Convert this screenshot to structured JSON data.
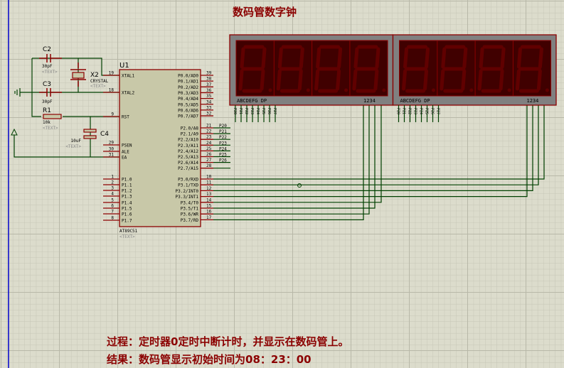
{
  "title": "数码管数字钟",
  "notes": {
    "process": "过程：定时器0定时中断计时，并显示在数码管上。",
    "result": "结果：数码管显示初始时间为08：23：00"
  },
  "chip": {
    "ref": "U1",
    "part": "AT89C51",
    "text_placeholder": "<TEXT>",
    "left_pins": [
      {
        "num": "19",
        "label": "XTAL1"
      },
      {
        "num": "18",
        "label": "XTAL2"
      },
      {
        "num": "9",
        "label": "RST"
      },
      {
        "num": "29",
        "label": "PSEN"
      },
      {
        "num": "30",
        "label": "ALE"
      },
      {
        "num": "31",
        "label": "EA"
      },
      {
        "num": "1",
        "label": "P1.0"
      },
      {
        "num": "2",
        "label": "P1.1"
      },
      {
        "num": "3",
        "label": "P1.2"
      },
      {
        "num": "4",
        "label": "P1.3"
      },
      {
        "num": "5",
        "label": "P1.4"
      },
      {
        "num": "6",
        "label": "P1.5"
      },
      {
        "num": "7",
        "label": "P1.6"
      },
      {
        "num": "8",
        "label": "P1.7"
      }
    ],
    "right_pins": [
      {
        "num": "39",
        "label": "P0.0/AD0"
      },
      {
        "num": "38",
        "label": "P0.1/AD1"
      },
      {
        "num": "37",
        "label": "P0.2/AD2"
      },
      {
        "num": "36",
        "label": "P0.3/AD3"
      },
      {
        "num": "35",
        "label": "P0.4/AD4"
      },
      {
        "num": "34",
        "label": "P0.5/AD5"
      },
      {
        "num": "33",
        "label": "P0.6/AD6"
      },
      {
        "num": "32",
        "label": "P0.7/AD7"
      },
      {
        "num": "21",
        "label": "P2.0/A8",
        "net": "P20"
      },
      {
        "num": "22",
        "label": "P2.1/A9",
        "net": "P21"
      },
      {
        "num": "23",
        "label": "P2.2/A10",
        "net": "P22"
      },
      {
        "num": "24",
        "label": "P2.3/A11",
        "net": "P23"
      },
      {
        "num": "25",
        "label": "P2.4/A12",
        "net": "P24"
      },
      {
        "num": "26",
        "label": "P2.5/A13",
        "net": "P25"
      },
      {
        "num": "27",
        "label": "P2.6/A14",
        "net": "P26"
      },
      {
        "num": "28",
        "label": "P2.7/A15"
      },
      {
        "num": "10",
        "label": "P3.0/RXD"
      },
      {
        "num": "11",
        "label": "P3.1/TXD"
      },
      {
        "num": "12",
        "label": "P3.2/INT0"
      },
      {
        "num": "13",
        "label": "P3.3/INT1"
      },
      {
        "num": "14",
        "label": "P3.4/T0"
      },
      {
        "num": "15",
        "label": "P3.5/T1"
      },
      {
        "num": "16",
        "label": "P3.6/WR"
      },
      {
        "num": "17",
        "label": "P3.7/RD"
      }
    ]
  },
  "components": {
    "c2": {
      "ref": "C2",
      "value": "30pF",
      "text": "<TEXT>"
    },
    "c3": {
      "ref": "C3",
      "value": "30pF"
    },
    "x2": {
      "ref": "X2",
      "value": "CRYSTAL",
      "text": "<TEXT>"
    },
    "r1": {
      "ref": "R1",
      "value": "10k",
      "text": "<TEXT>"
    },
    "c4": {
      "ref": "C4",
      "value": "10uF",
      "text": "<TEXT>"
    }
  },
  "displays": [
    {
      "seg_label": "ABCDEFG  DP",
      "com_label": "1234",
      "nets": [
        "P20",
        "P21",
        "P22",
        "P23",
        "P24",
        "P25",
        "P26",
        "P27"
      ]
    },
    {
      "seg_label": "ABCDEFG  DP",
      "com_label": "1234",
      "nets": [
        "P20",
        "P21",
        "P22",
        "P23",
        "P24",
        "P25",
        "P26",
        "P27"
      ]
    }
  ],
  "colors": {
    "background": "#dcdccc",
    "grid": "#c8c8b8",
    "wire": "#004000",
    "pin": "#8b0000",
    "chip": "#c8c8a8",
    "display_frame": "#808080",
    "display_bg": "#400000",
    "segment": "#600000"
  }
}
